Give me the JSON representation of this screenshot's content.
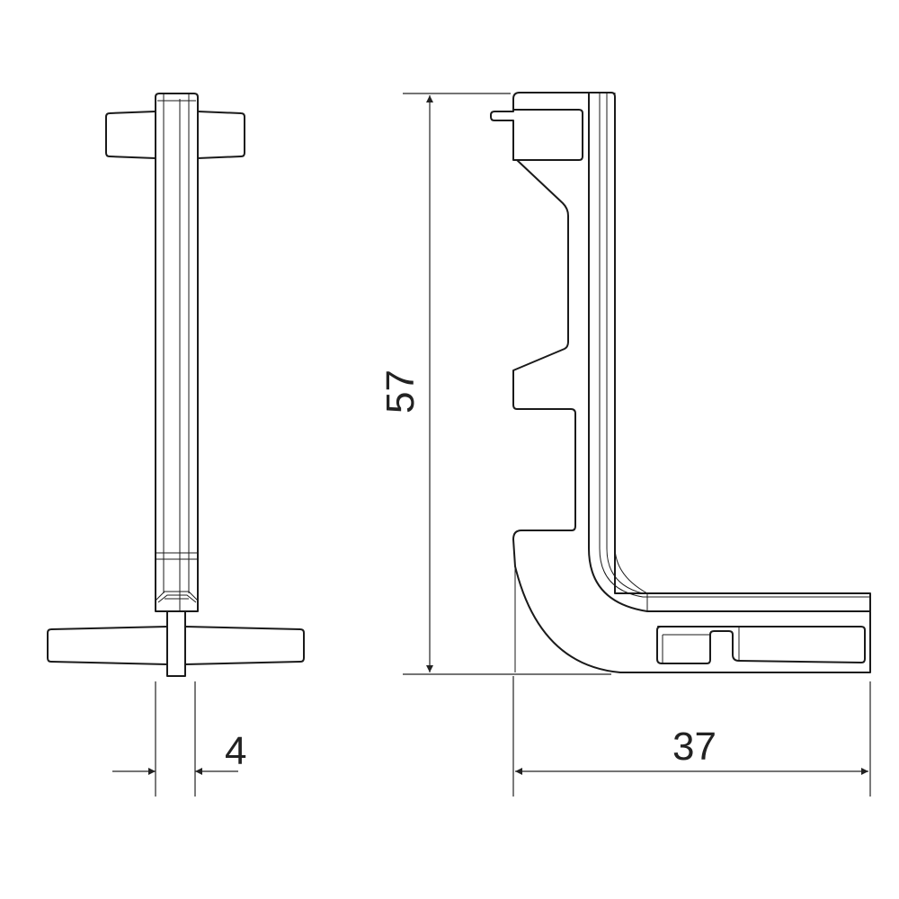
{
  "dimensions": {
    "width_stem": "4",
    "height": "57",
    "depth": "37"
  }
}
